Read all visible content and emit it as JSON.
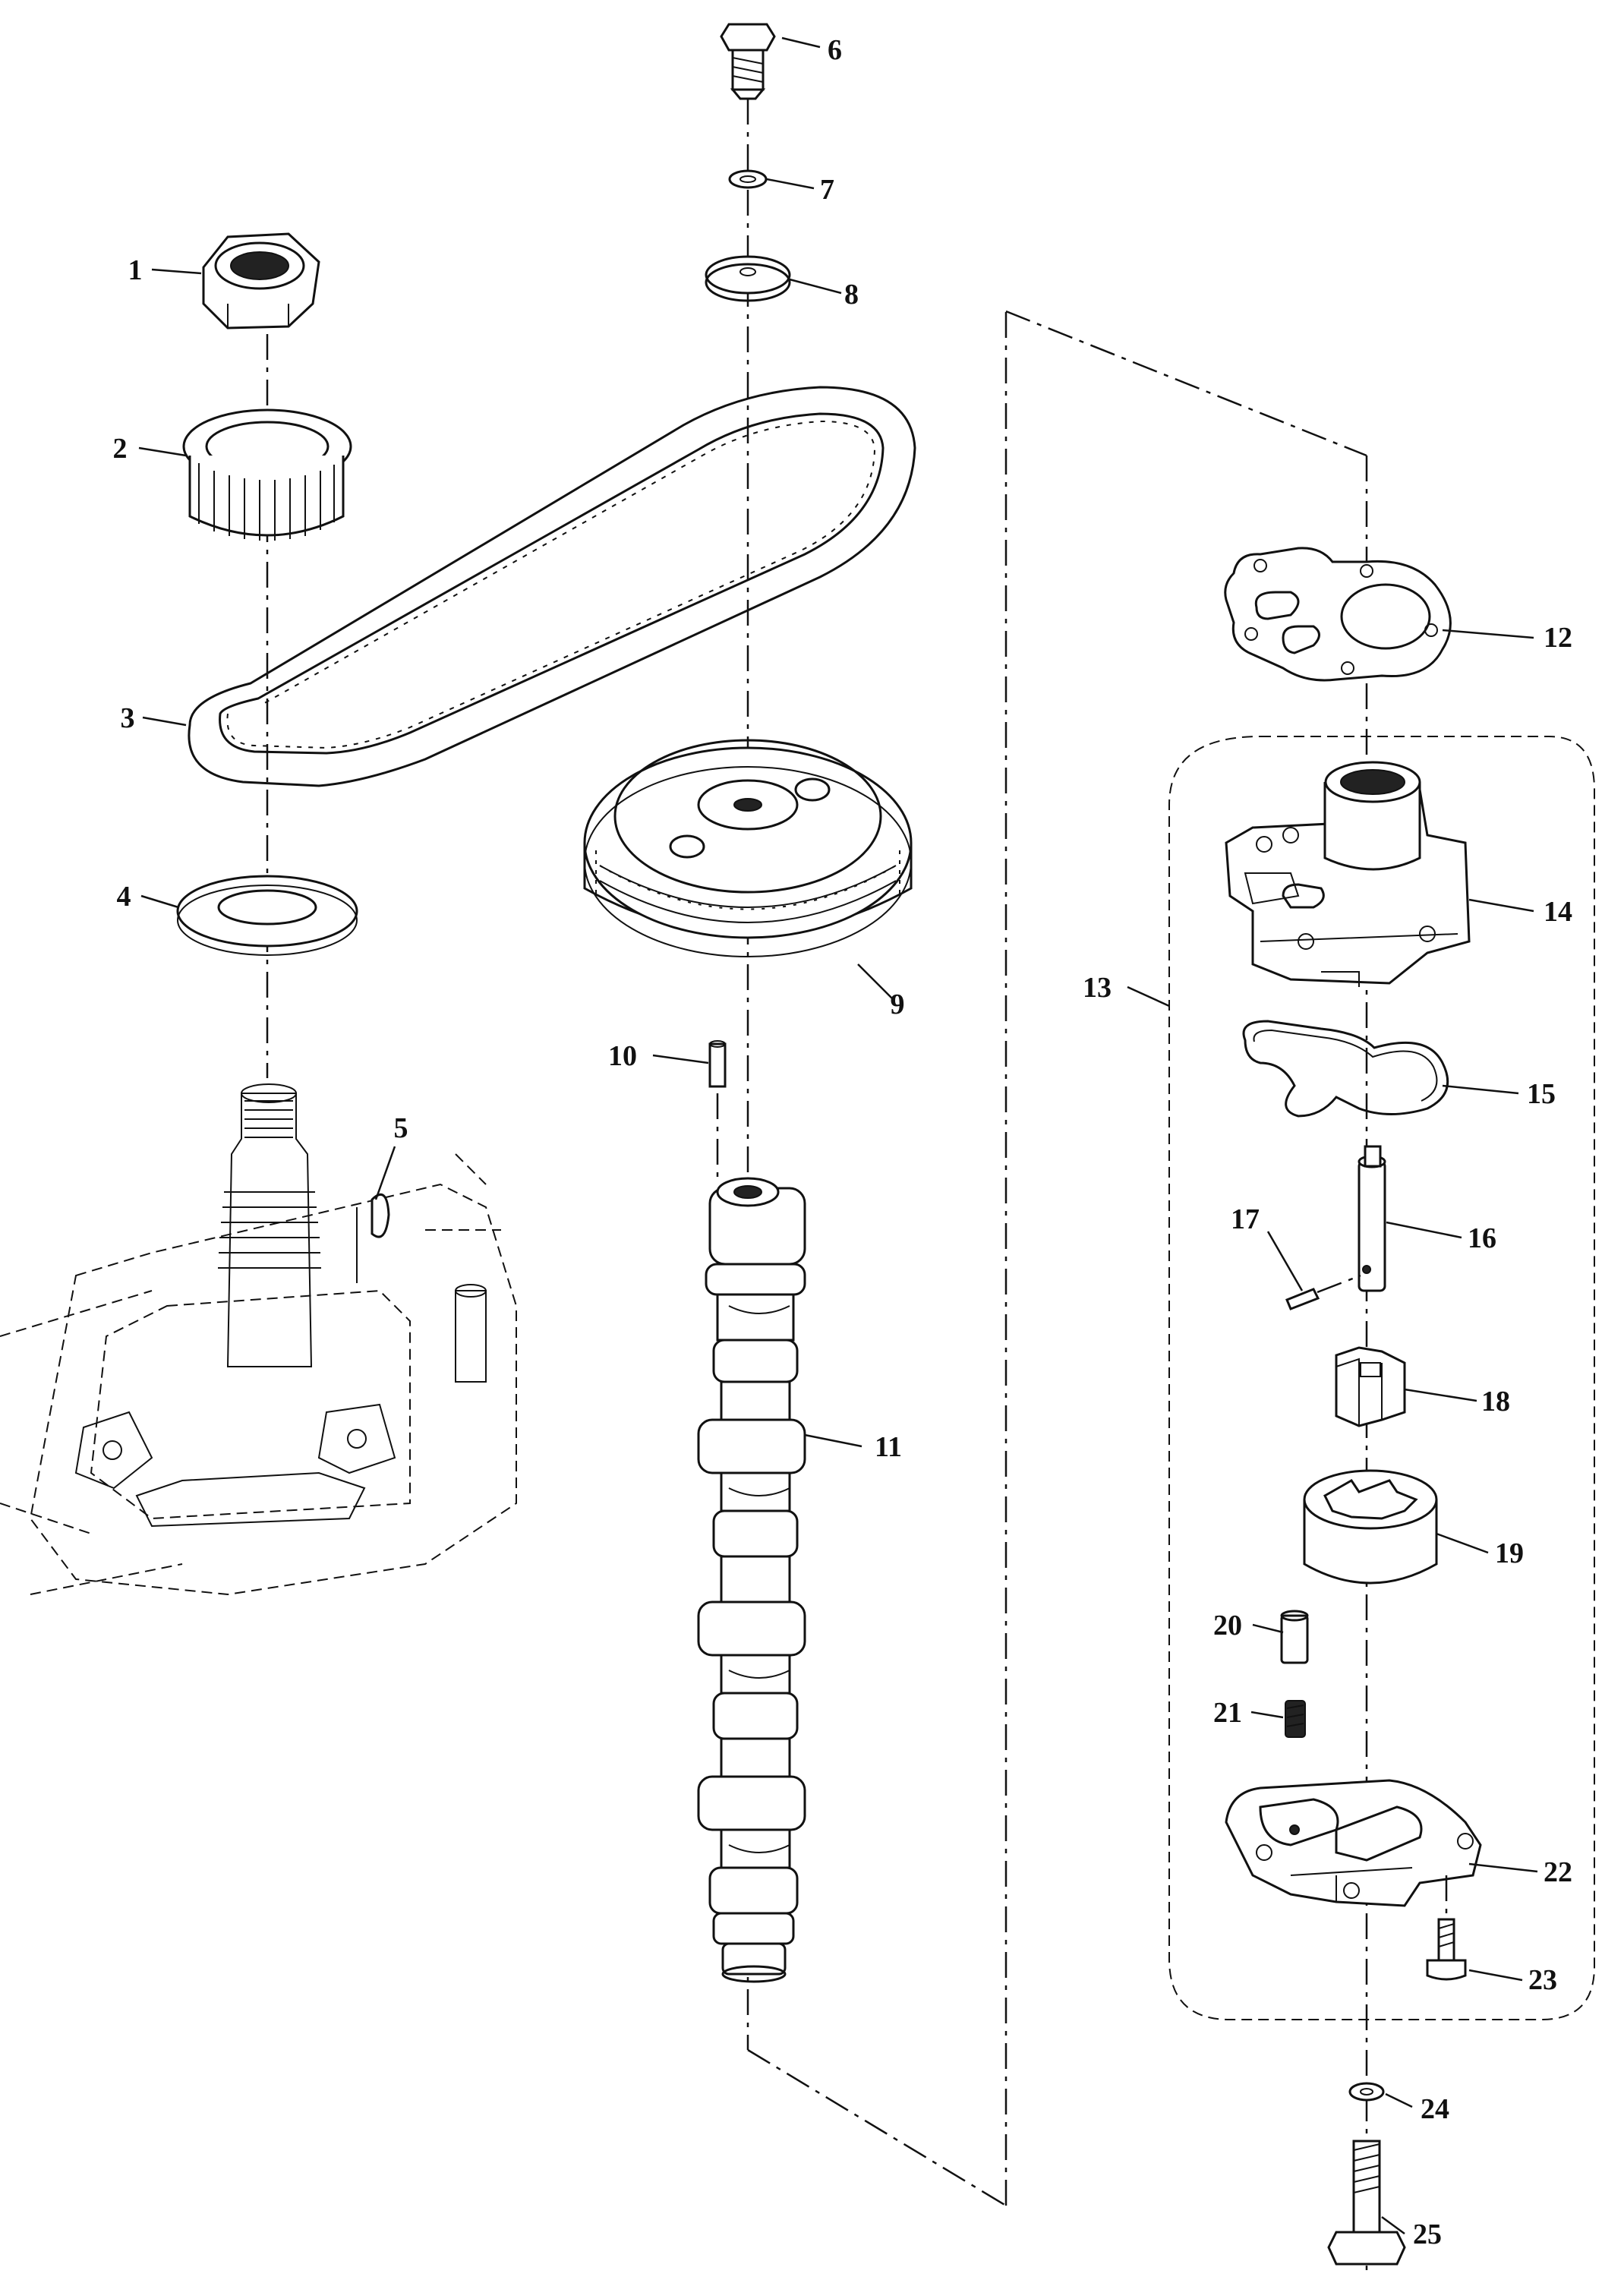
{
  "callouts": {
    "c1": "1",
    "c2": "2",
    "c3": "3",
    "c4": "4",
    "c5": "5",
    "c6": "6",
    "c7": "7",
    "c8": "8",
    "c9": "9",
    "c10": "10",
    "c11": "11",
    "c12": "12",
    "c13": "13",
    "c14": "14",
    "c15": "15",
    "c16": "16",
    "c17": "17",
    "c18": "18",
    "c19": "19",
    "c20": "20",
    "c21": "21",
    "c22": "22",
    "c23": "23",
    "c24": "24",
    "c25": "25"
  },
  "colors": {
    "line": "#111111",
    "background": "#ffffff"
  }
}
